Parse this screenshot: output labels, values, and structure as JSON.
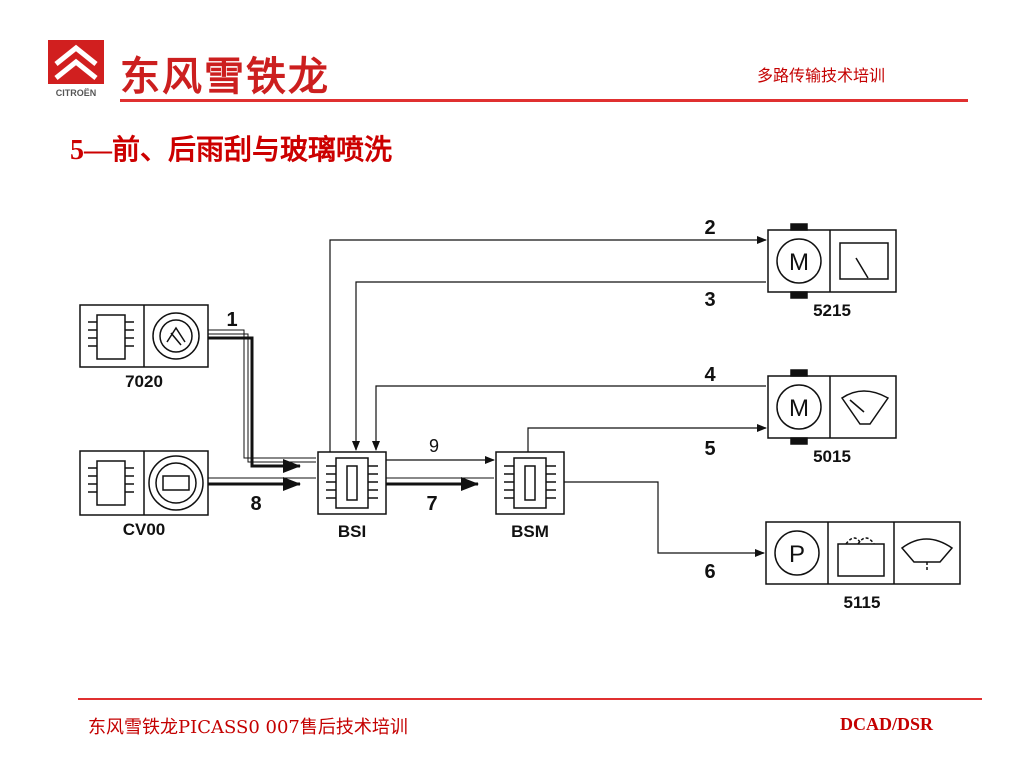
{
  "header": {
    "logo_text": "CITROËN",
    "brand_name": "东风雪铁龙",
    "course_title": "多路传输技术培训"
  },
  "slide": {
    "title": "5—前、后雨刮与玻璃喷洗"
  },
  "diagram": {
    "units": {
      "u7020": "7020",
      "cv00": "CV00",
      "bsi": "BSI",
      "bsm": "BSM",
      "u5215": "5215",
      "u5015": "5015",
      "u5115": "5115"
    },
    "links": {
      "l1": "1",
      "l2": "2",
      "l3": "3",
      "l4": "4",
      "l5": "5",
      "l6": "6",
      "l7": "7",
      "l8": "8",
      "l9": "9"
    },
    "symbols": {
      "motor": "M",
      "pump": "P"
    }
  },
  "footer": {
    "left": "东风雪铁龙PICASS0 007售后技术培训",
    "right": "DCAD/DSR"
  },
  "colors": {
    "accent_red": "#cc1f1f"
  }
}
